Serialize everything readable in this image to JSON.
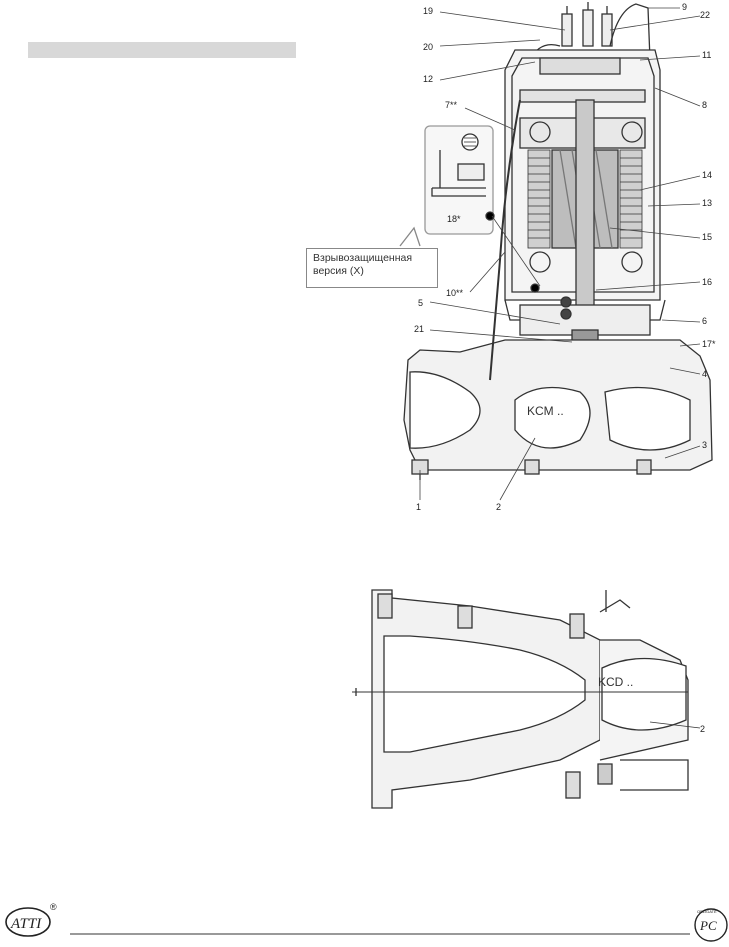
{
  "callout": {
    "line1": "Взрывозащищенная",
    "line2": "версия (X)"
  },
  "diagram": {
    "labels": [
      "19",
      "22",
      "9",
      "20",
      "11",
      "12",
      "8",
      "7**",
      "14",
      "13",
      "18*",
      "15",
      "10**",
      "16",
      "5",
      "6",
      "21",
      "17*",
      "4",
      "3",
      "1",
      "2"
    ],
    "impeller_top": "KCM ..",
    "impeller_bottom": "KCD ..",
    "bottom_part_label": "2"
  },
  "footer": {
    "logo_mark": "ATTI",
    "logo_registered": "®",
    "cert_mark": "PC",
    "cert_top": "OBLIGATE"
  }
}
